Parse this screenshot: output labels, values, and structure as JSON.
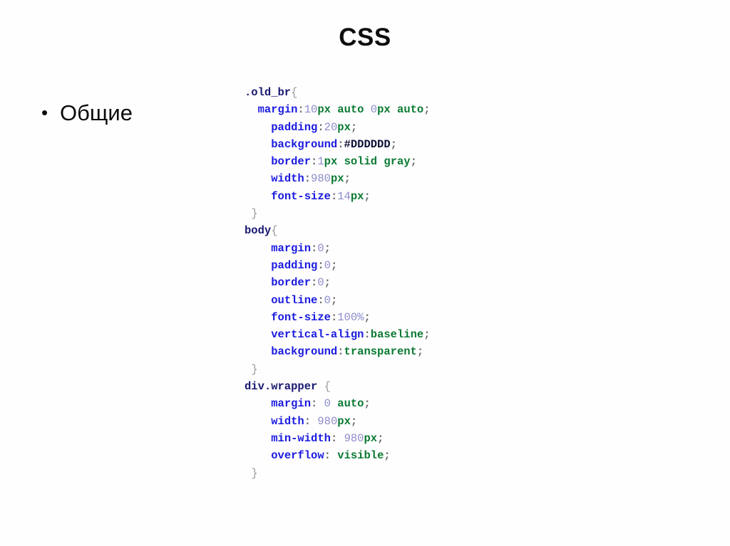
{
  "slide": {
    "title": "CSS",
    "background_color": "#FFFFFF"
  },
  "bullets": [
    {
      "marker": "•",
      "text": "Общие"
    }
  ],
  "colors": {
    "selector": "#191970",
    "property": "#1A1AE0",
    "number": "#8C8CCC",
    "keyword": "#0A7A32",
    "brace": "#9A9A9A",
    "punctuation": "#6B6B6B",
    "hex_value": "#10103A"
  },
  "code": {
    "language": "css",
    "lines": [
      {
        "indent": "",
        "tokens": [
          {
            "t": "sel",
            "v": ".old_br"
          },
          {
            "t": "brace",
            "v": "{"
          }
        ]
      },
      {
        "indent": "  ",
        "tokens": [
          {
            "t": "prop",
            "v": "margin"
          },
          {
            "t": "colon",
            "v": ":"
          },
          {
            "t": "num",
            "v": "10"
          },
          {
            "t": "unit",
            "v": "px"
          },
          {
            "t": "plain",
            "v": " "
          },
          {
            "t": "kw",
            "v": "auto"
          },
          {
            "t": "plain",
            "v": " "
          },
          {
            "t": "num",
            "v": "0"
          },
          {
            "t": "unit",
            "v": "px"
          },
          {
            "t": "plain",
            "v": " "
          },
          {
            "t": "kw",
            "v": "auto"
          },
          {
            "t": "semi",
            "v": ";"
          }
        ]
      },
      {
        "indent": "    ",
        "tokens": [
          {
            "t": "prop",
            "v": "padding"
          },
          {
            "t": "colon",
            "v": ":"
          },
          {
            "t": "num",
            "v": "20"
          },
          {
            "t": "unit",
            "v": "px"
          },
          {
            "t": "semi",
            "v": ";"
          }
        ]
      },
      {
        "indent": "    ",
        "tokens": [
          {
            "t": "prop",
            "v": "background"
          },
          {
            "t": "colon",
            "v": ":"
          },
          {
            "t": "hex",
            "v": "#DDDDDD"
          },
          {
            "t": "semi",
            "v": ";"
          }
        ]
      },
      {
        "indent": "    ",
        "tokens": [
          {
            "t": "prop",
            "v": "border"
          },
          {
            "t": "colon",
            "v": ":"
          },
          {
            "t": "num",
            "v": "1"
          },
          {
            "t": "unit",
            "v": "px"
          },
          {
            "t": "plain",
            "v": " "
          },
          {
            "t": "kw",
            "v": "solid"
          },
          {
            "t": "plain",
            "v": " "
          },
          {
            "t": "kw",
            "v": "gray"
          },
          {
            "t": "semi",
            "v": ";"
          }
        ]
      },
      {
        "indent": "    ",
        "tokens": [
          {
            "t": "prop",
            "v": "width"
          },
          {
            "t": "colon",
            "v": ":"
          },
          {
            "t": "num",
            "v": "980"
          },
          {
            "t": "unit",
            "v": "px"
          },
          {
            "t": "semi",
            "v": ";"
          }
        ]
      },
      {
        "indent": "    ",
        "tokens": [
          {
            "t": "prop",
            "v": "font-size"
          },
          {
            "t": "colon",
            "v": ":"
          },
          {
            "t": "num",
            "v": "14"
          },
          {
            "t": "unit",
            "v": "px"
          },
          {
            "t": "semi",
            "v": ";"
          }
        ]
      },
      {
        "indent": " ",
        "tokens": [
          {
            "t": "brace",
            "v": "}"
          }
        ]
      },
      {
        "indent": "",
        "tokens": [
          {
            "t": "sel",
            "v": "body"
          },
          {
            "t": "brace",
            "v": "{"
          }
        ]
      },
      {
        "indent": "    ",
        "tokens": [
          {
            "t": "prop",
            "v": "margin"
          },
          {
            "t": "colon",
            "v": ":"
          },
          {
            "t": "num",
            "v": "0"
          },
          {
            "t": "semi",
            "v": ";"
          }
        ]
      },
      {
        "indent": "    ",
        "tokens": [
          {
            "t": "prop",
            "v": "padding"
          },
          {
            "t": "colon",
            "v": ":"
          },
          {
            "t": "num",
            "v": "0"
          },
          {
            "t": "semi",
            "v": ";"
          }
        ]
      },
      {
        "indent": "    ",
        "tokens": [
          {
            "t": "prop",
            "v": "border"
          },
          {
            "t": "colon",
            "v": ":"
          },
          {
            "t": "num",
            "v": "0"
          },
          {
            "t": "semi",
            "v": ";"
          }
        ]
      },
      {
        "indent": "    ",
        "tokens": [
          {
            "t": "prop",
            "v": "outline"
          },
          {
            "t": "colon",
            "v": ":"
          },
          {
            "t": "num",
            "v": "0"
          },
          {
            "t": "semi",
            "v": ";"
          }
        ]
      },
      {
        "indent": "    ",
        "tokens": [
          {
            "t": "prop",
            "v": "font-size"
          },
          {
            "t": "colon",
            "v": ":"
          },
          {
            "t": "num",
            "v": "100%"
          },
          {
            "t": "semi",
            "v": ";"
          }
        ]
      },
      {
        "indent": "    ",
        "tokens": [
          {
            "t": "prop",
            "v": "vertical-align"
          },
          {
            "t": "colon",
            "v": ":"
          },
          {
            "t": "kw",
            "v": "baseline"
          },
          {
            "t": "semi",
            "v": ";"
          }
        ]
      },
      {
        "indent": "    ",
        "tokens": [
          {
            "t": "prop",
            "v": "background"
          },
          {
            "t": "colon",
            "v": ":"
          },
          {
            "t": "kw",
            "v": "transparent"
          },
          {
            "t": "semi",
            "v": ";"
          }
        ]
      },
      {
        "indent": " ",
        "tokens": [
          {
            "t": "brace",
            "v": "}"
          }
        ]
      },
      {
        "indent": "",
        "tokens": [
          {
            "t": "sel",
            "v": "div.wrapper"
          },
          {
            "t": "plain",
            "v": " "
          },
          {
            "t": "brace",
            "v": "{"
          }
        ]
      },
      {
        "indent": "    ",
        "tokens": [
          {
            "t": "prop",
            "v": "margin"
          },
          {
            "t": "colon",
            "v": ":"
          },
          {
            "t": "plain",
            "v": " "
          },
          {
            "t": "num",
            "v": "0"
          },
          {
            "t": "plain",
            "v": " "
          },
          {
            "t": "kw",
            "v": "auto"
          },
          {
            "t": "semi",
            "v": ";"
          }
        ]
      },
      {
        "indent": "    ",
        "tokens": [
          {
            "t": "prop",
            "v": "width"
          },
          {
            "t": "colon",
            "v": ":"
          },
          {
            "t": "plain",
            "v": " "
          },
          {
            "t": "num",
            "v": "980"
          },
          {
            "t": "unit",
            "v": "px"
          },
          {
            "t": "semi",
            "v": ";"
          }
        ]
      },
      {
        "indent": "    ",
        "tokens": [
          {
            "t": "prop",
            "v": "min-width"
          },
          {
            "t": "colon",
            "v": ":"
          },
          {
            "t": "plain",
            "v": " "
          },
          {
            "t": "num",
            "v": "980"
          },
          {
            "t": "unit",
            "v": "px"
          },
          {
            "t": "semi",
            "v": ";"
          }
        ]
      },
      {
        "indent": "    ",
        "tokens": [
          {
            "t": "prop",
            "v": "overflow"
          },
          {
            "t": "colon",
            "v": ":"
          },
          {
            "t": "plain",
            "v": " "
          },
          {
            "t": "kw",
            "v": "visible"
          },
          {
            "t": "semi",
            "v": ";"
          }
        ]
      },
      {
        "indent": " ",
        "tokens": [
          {
            "t": "brace",
            "v": "}"
          }
        ]
      }
    ]
  }
}
